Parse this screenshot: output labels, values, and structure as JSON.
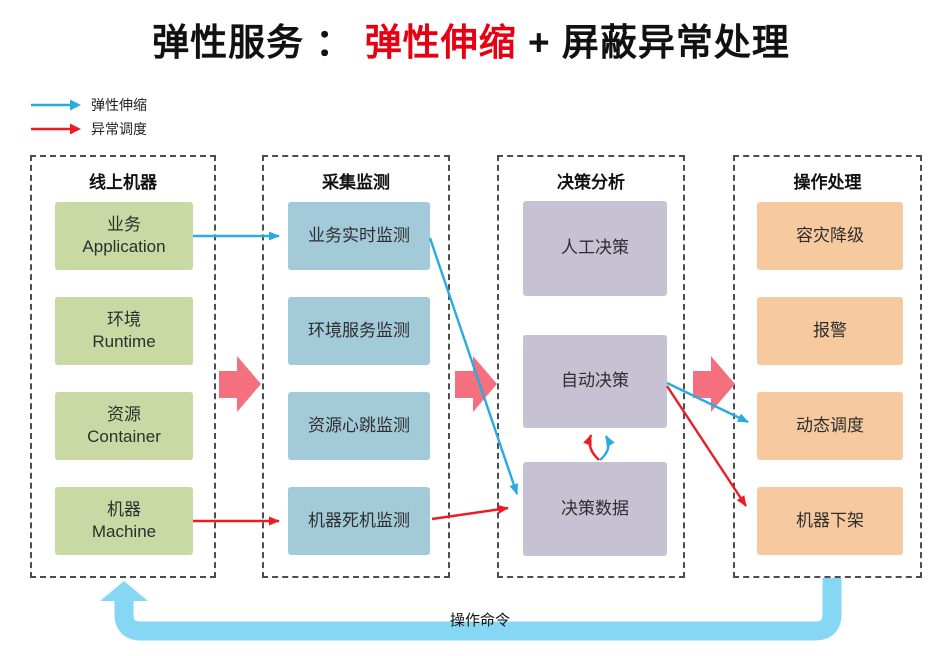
{
  "title": {
    "prefix": "弹性服务 ： ",
    "highlight": "弹性伸缩",
    "suffix": " + 屏蔽异常处理"
  },
  "legend": {
    "items": [
      {
        "icon": "arrow-right-icon",
        "label": "弹性伸缩"
      },
      {
        "icon": "arrow-right-icon",
        "label": "异常调度"
      }
    ]
  },
  "columns": [
    {
      "header": "线上机器",
      "boxes": [
        {
          "line1": "业务",
          "line2": "Application"
        },
        {
          "line1": "环境",
          "line2": "Runtime"
        },
        {
          "line1": "资源",
          "line2": "Container"
        },
        {
          "line1": "机器",
          "line2": "Machine"
        }
      ]
    },
    {
      "header": "采集监测",
      "boxes": [
        {
          "label": "业务实时监测"
        },
        {
          "label": "环境服务监测"
        },
        {
          "label": "资源心跳监测"
        },
        {
          "label": "机器死机监测"
        }
      ]
    },
    {
      "header": "决策分析",
      "boxes": [
        {
          "label": "人工决策"
        },
        {
          "label": "自动决策"
        },
        {
          "label": "决策数据"
        }
      ]
    },
    {
      "header": "操作处理",
      "boxes": [
        {
          "label": "容灾降级"
        },
        {
          "label": "报警"
        },
        {
          "label": "动态调度"
        },
        {
          "label": "机器下架"
        }
      ]
    }
  ],
  "feedback": {
    "label": "操作命令"
  },
  "colors": {
    "title_highlight": "#e60012",
    "elastic_flow": "#29abe2",
    "exception_flow": "#ed1c24",
    "online_box": "#c9d9a3",
    "monitor_box": "#a3cad9",
    "decision_box": "#c6c2d3",
    "action_box": "#f7c99e",
    "stage_arrow": "#f5707f",
    "feedback_pipe": "#85d7f3"
  },
  "connections": [
    {
      "from": "业务 Application",
      "to": "业务实时监测",
      "type": "弹性伸缩"
    },
    {
      "from": "机器 Machine",
      "to": "机器死机监测",
      "type": "异常调度"
    },
    {
      "from": "业务实时监测",
      "to": "决策数据",
      "type": "弹性伸缩"
    },
    {
      "from": "机器死机监测",
      "to": "决策数据",
      "type": "异常调度"
    },
    {
      "from": "决策数据",
      "to": "自动决策",
      "type": "弹性伸缩"
    },
    {
      "from": "决策数据",
      "to": "自动决策",
      "type": "异常调度"
    },
    {
      "from": "自动决策",
      "to": "动态调度",
      "type": "弹性伸缩"
    },
    {
      "from": "自动决策",
      "to": "机器下架",
      "type": "异常调度"
    },
    {
      "from": "操作处理",
      "to": "线上机器",
      "type": "操作命令"
    }
  ]
}
